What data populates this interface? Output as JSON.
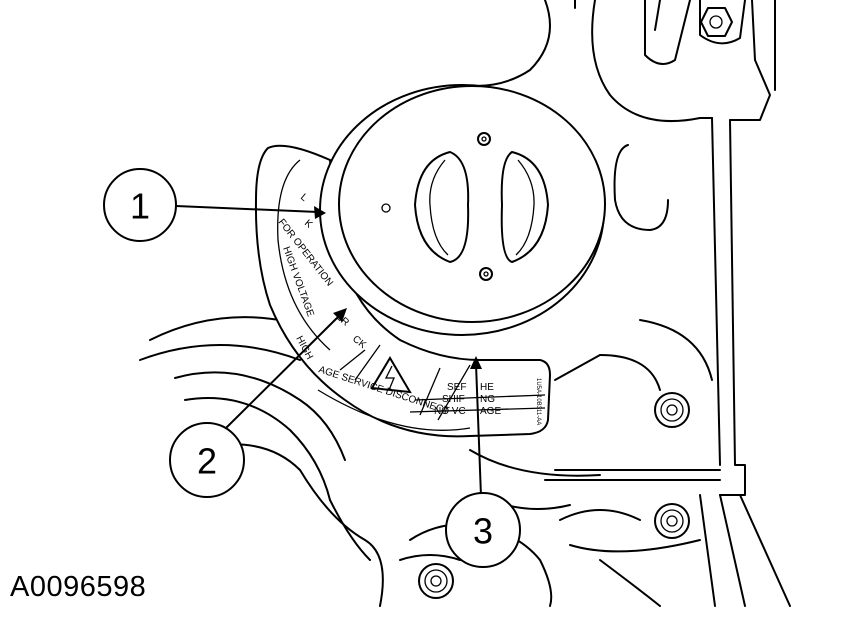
{
  "figure_id": "A0096598",
  "callouts": [
    {
      "number": "1"
    },
    {
      "number": "2"
    },
    {
      "number": "3"
    }
  ],
  "label_text": {
    "arc1": "HIGH",
    "arc2": "HIGH VOLTAGE",
    "arc3": "FOR OPERATION",
    "arc4": "K",
    "arc5": "L",
    "lr": "LR",
    "ck": "CK",
    "service": "AGE SERVICE DISCONNECT",
    "row1a": "SEF",
    "row1b": "HE",
    "row2a": "SHIF",
    "row2b": "NG",
    "row3a": "NO VC",
    "row3b": "AGE",
    "partno": "1U5A-10B311-AA"
  }
}
